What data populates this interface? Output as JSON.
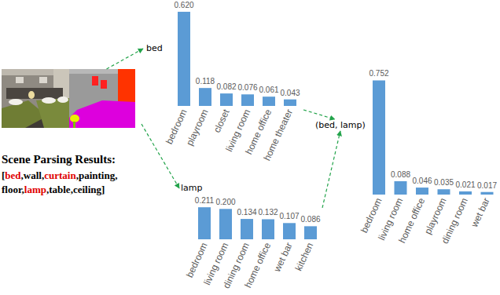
{
  "diagram": {
    "nodes": [
      {
        "text": [
          "Scene Parsing Results:",
          "[bed,wall,curtain,painting, floor,lamp,table,ceiling]"
        ]
      },
      {
        "text": [
          "bed",
          "0.620",
          "0.118",
          "0.082",
          "0.076",
          "0.061",
          "0.043",
          "bedroom",
          "playroom",
          "closet",
          "living room",
          "home office",
          "home theater"
        ]
      },
      {
        "text": [
          "lamp",
          "0.211",
          "0.200",
          "0.134",
          "0.132",
          "0.107",
          "0.086",
          "bedroom",
          "living room",
          "dining room",
          "home office",
          "wet bar",
          "kitchen"
        ]
      },
      {
        "text": [
          "(bed, lamp)"
        ]
      },
      {
        "text": [
          "0.752",
          "0.088",
          "0.046",
          "0.035",
          "0.021",
          "0.017",
          "bedroom",
          "living room",
          "home office",
          "playroom",
          "dining room",
          "wet bar"
        ]
      }
    ],
    "edges": [
      {
        "from": 0,
        "to": 1,
        "arrow": "to"
      },
      {
        "from": 0,
        "to": 2,
        "arrow": "to"
      },
      {
        "from": 1,
        "to": 3,
        "arrow": "to"
      },
      {
        "from": 2,
        "to": 3,
        "arrow": "to"
      }
    ]
  }
}
